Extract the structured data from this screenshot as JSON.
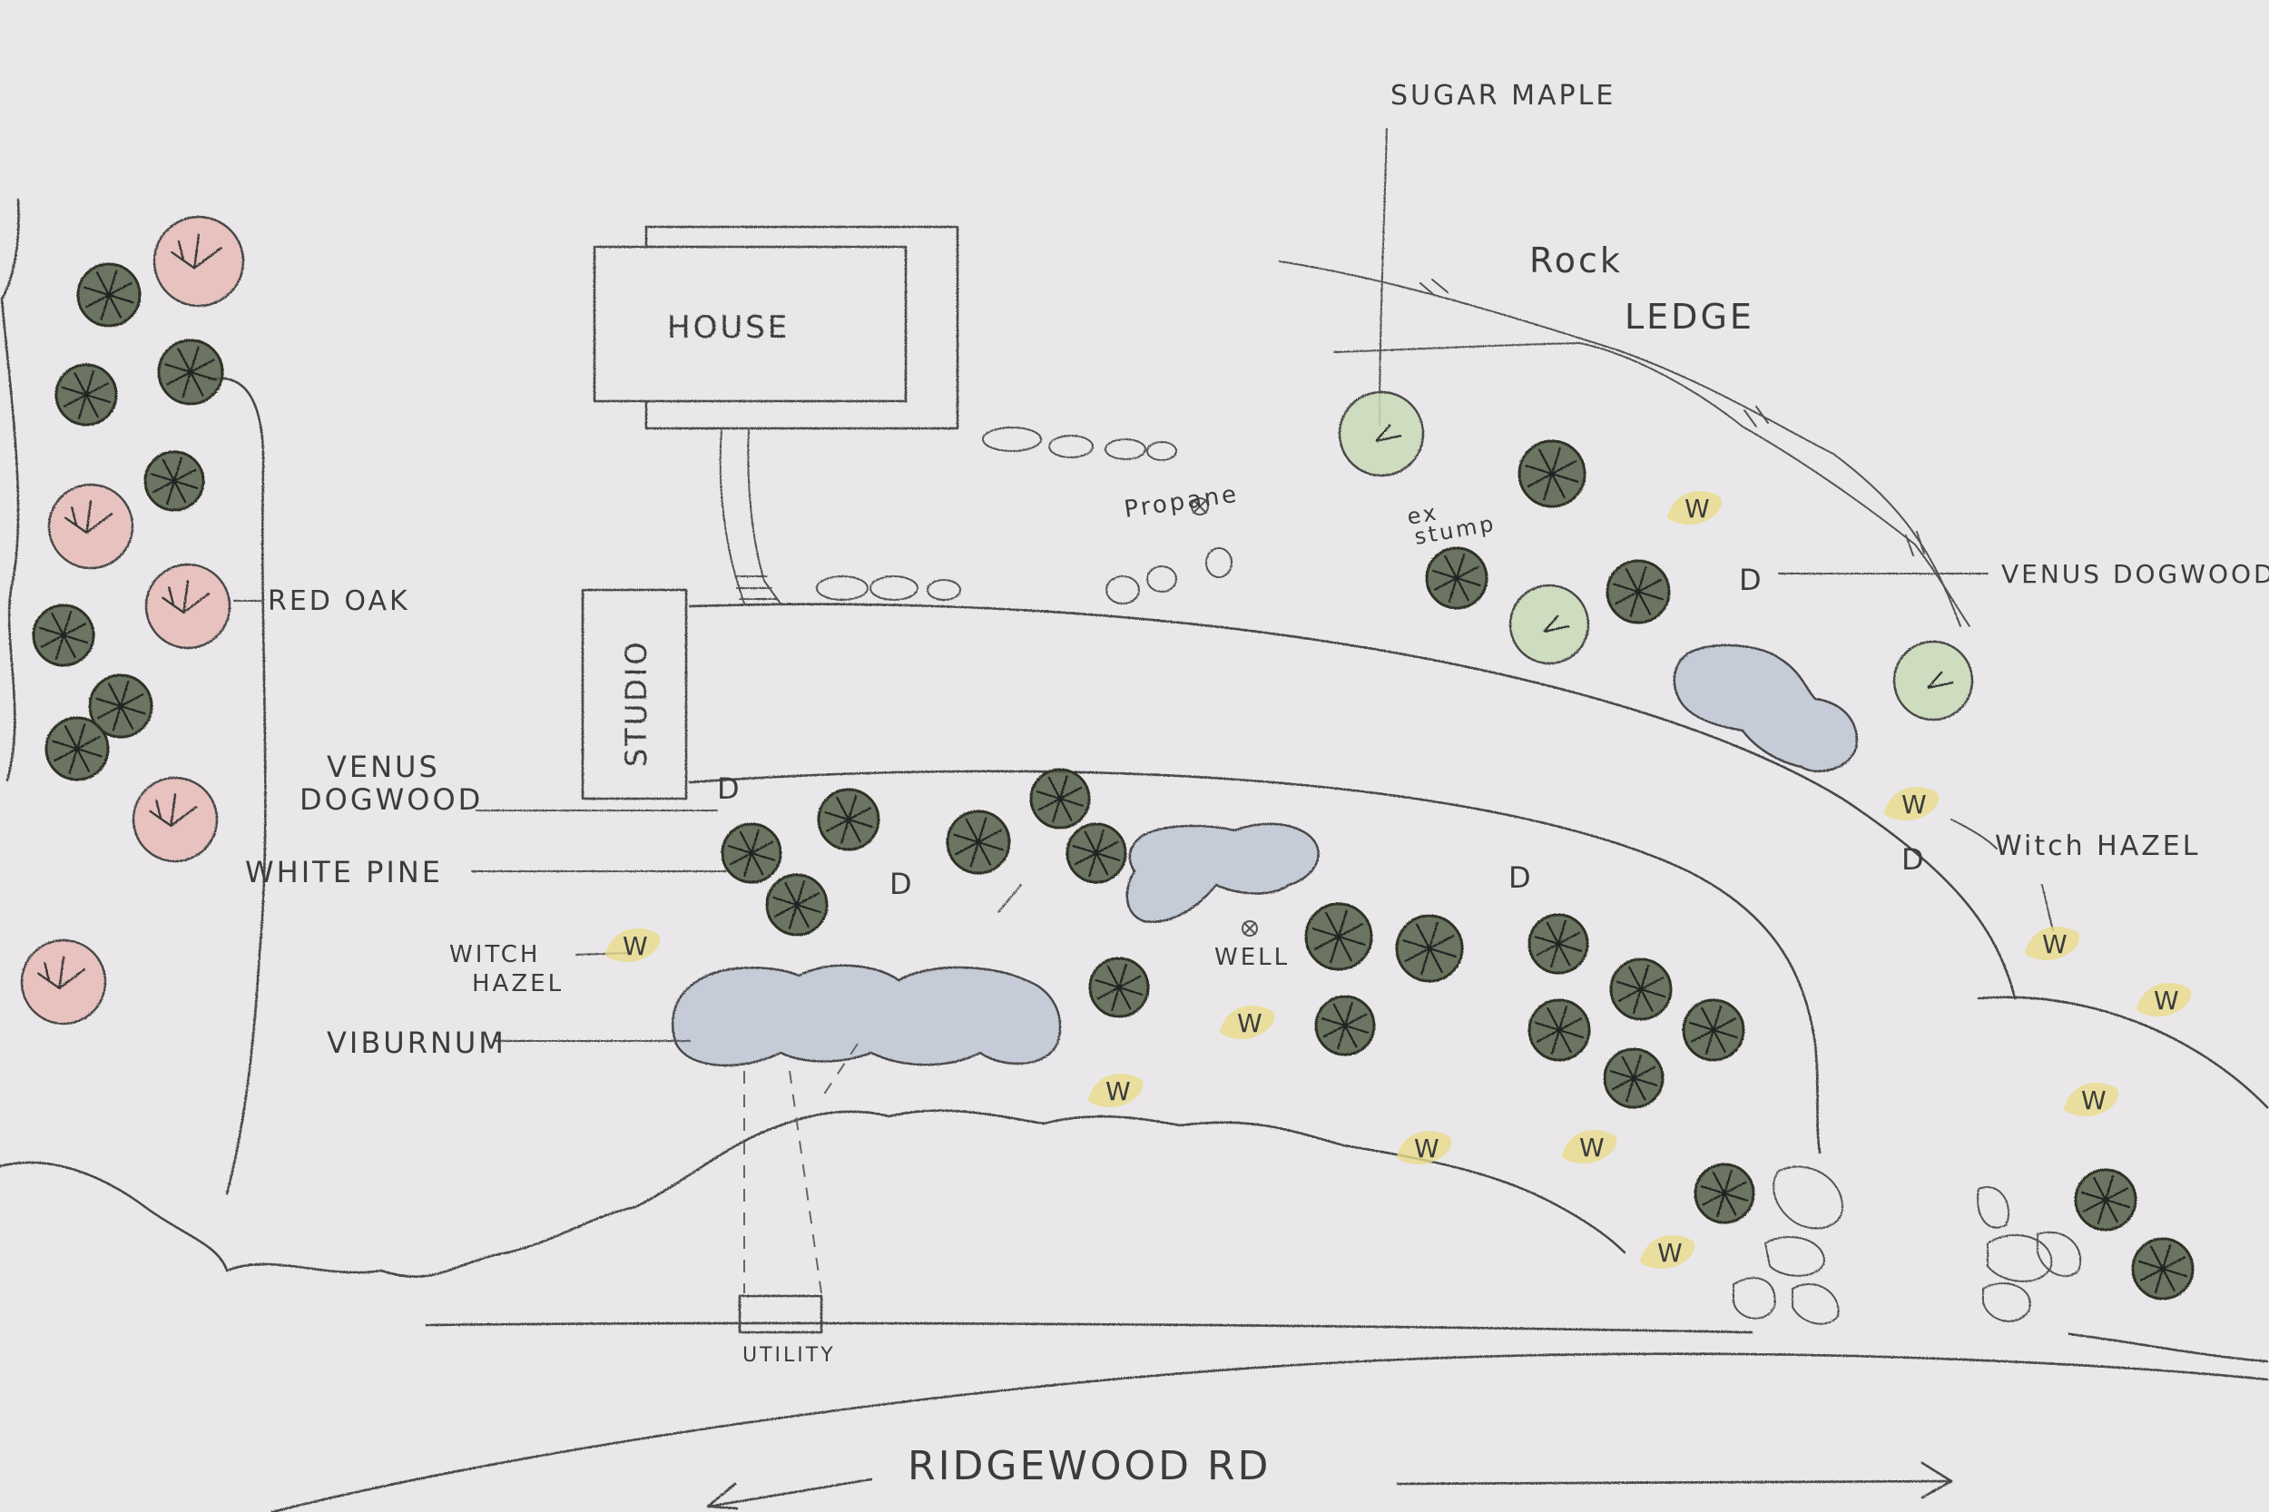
{
  "labels": {
    "house": "HOUSE",
    "studio": "STUDIO",
    "sugar_maple": "SUGAR MAPLE",
    "rock": "Rock",
    "ledge": "LEDGE",
    "propane": "Propane",
    "ex_stump_1": "ex",
    "ex_stump_2": "stump",
    "venus_dogwood_right": "VENUS DOGWOOD",
    "red_oak": "RED OAK",
    "venus_left_1": "VENUS",
    "venus_left_2": "DOGWOOD",
    "white_pine": "WHITE PINE",
    "witch_hazel_left_1": "WITCH",
    "witch_hazel_left_2": "HAZEL",
    "viburnum": "VIBURNUM",
    "well": "WELL",
    "witch_hazel_right": "Witch HAZEL",
    "utility": "UTILITY",
    "road": "RIDGEWOOD RD"
  },
  "symbols": {
    "dogwood": "D",
    "witch_hazel": "W"
  },
  "colors": {
    "paper": "#e9e7e9",
    "red_oak_fill": "#e8b9b4",
    "white_pine_fill": "#55604a",
    "sugar_maple_fill": "#c9dbb7",
    "viburnum_fill": "#c6cbd8",
    "witch_hazel_fill": "#e9dc8a"
  }
}
